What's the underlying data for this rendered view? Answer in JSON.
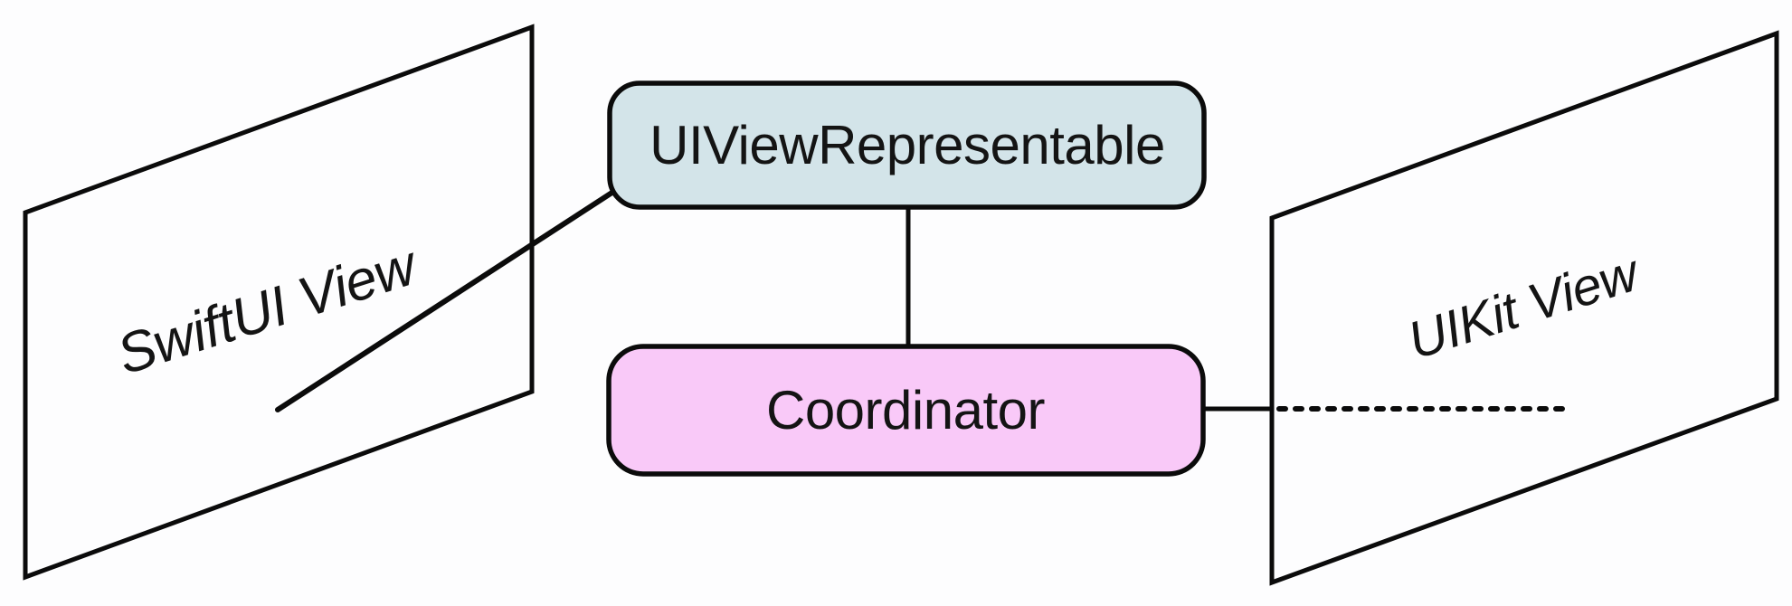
{
  "diagram": {
    "background": "#fdfdfe",
    "stroke_color": "#0b0b0b",
    "text_color": "#141414",
    "planes": [
      {
        "id": "swiftui-plane",
        "label": "SwiftUI View",
        "fill": "#fdfdfe"
      },
      {
        "id": "uikit-plane",
        "label": "UIKit View",
        "fill": "#fdfdfe"
      }
    ],
    "boxes": [
      {
        "id": "uiviewrepresentable-box",
        "label": "UIViewRepresentable",
        "fill": "#d3e4e9"
      },
      {
        "id": "coordinator-box",
        "label": "Coordinator",
        "fill": "#f9c9f8"
      }
    ]
  }
}
